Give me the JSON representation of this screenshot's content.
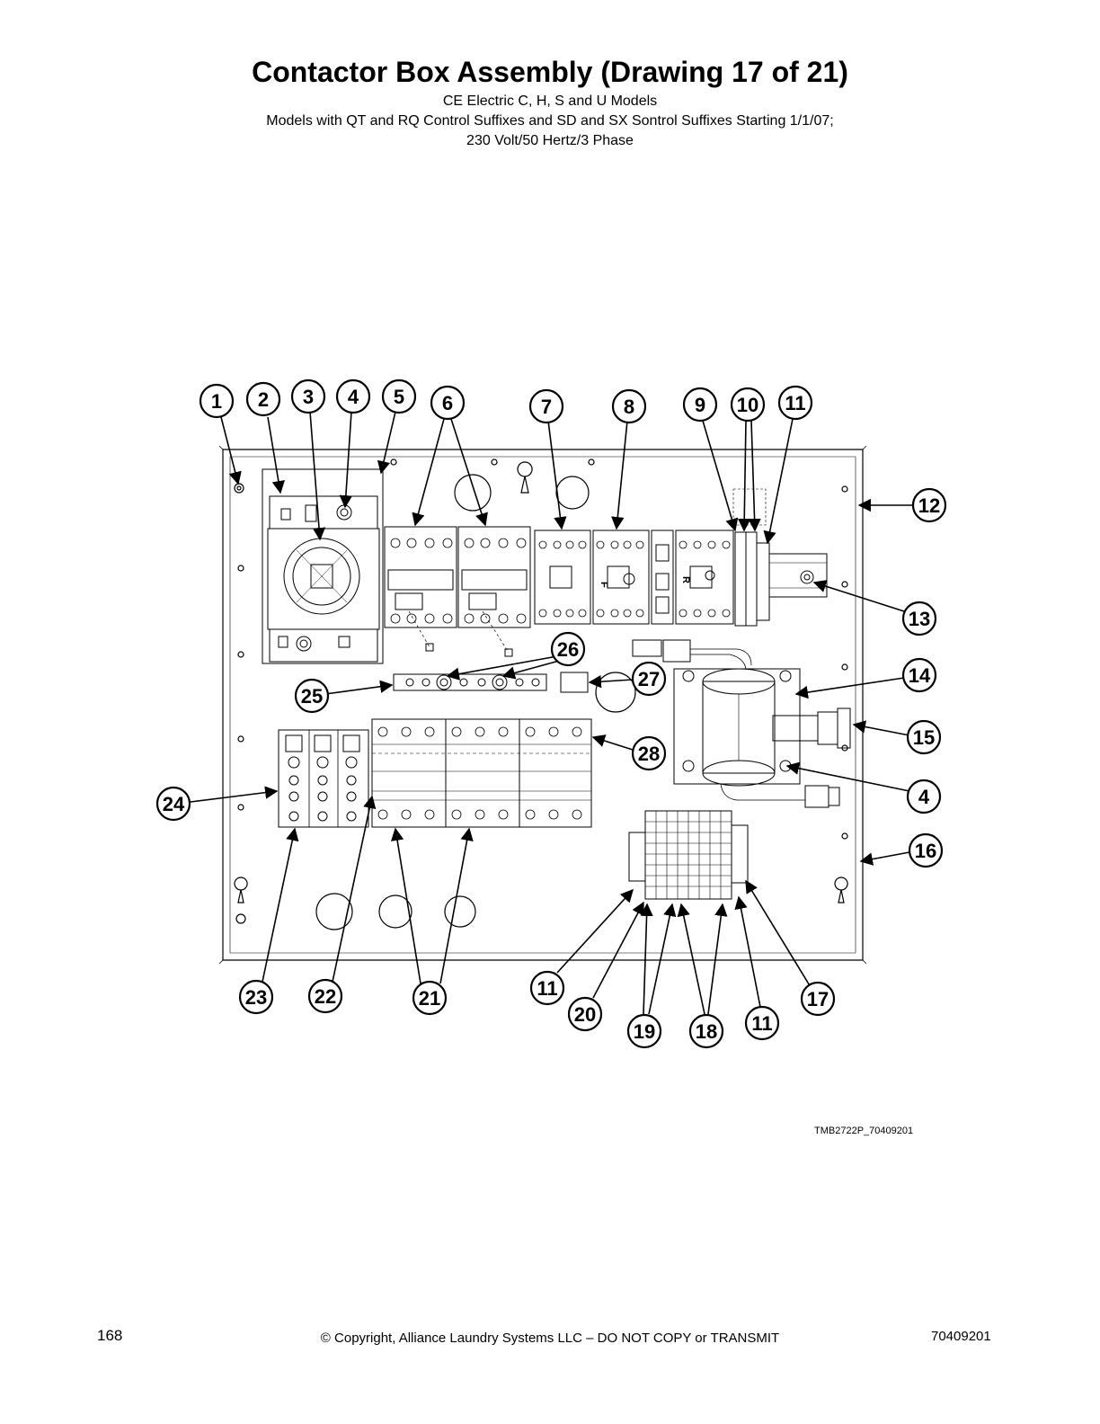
{
  "header": {
    "title": "Contactor Box Assembly (Drawing 17 of 21)",
    "subtitle_1": "CE Electric C, H, S and U Models",
    "subtitle_2": "Models with QT and RQ Control Suffixes and SD and SX Sontrol Suffixes Starting 1/1/07;",
    "subtitle_3": "230 Volt/50 Hertz/3 Phase"
  },
  "callouts": [
    "1",
    "2",
    "3",
    "4",
    "5",
    "6",
    "7",
    "8",
    "9",
    "10",
    "11",
    "12",
    "13",
    "14",
    "15",
    "4",
    "16",
    "17",
    "11",
    "20",
    "19",
    "18",
    "11",
    "21",
    "22",
    "23",
    "24",
    "25",
    "26",
    "27",
    "28"
  ],
  "component_labels": {
    "contactor_f": "F",
    "contactor_r": "R"
  },
  "footer": {
    "drawing_code": "TMB2722P_70409201",
    "page_number": "168",
    "copyright": "© Copyright, Alliance Laundry Systems LLC – DO NOT COPY or TRANSMIT",
    "doc_number": "70409201"
  }
}
